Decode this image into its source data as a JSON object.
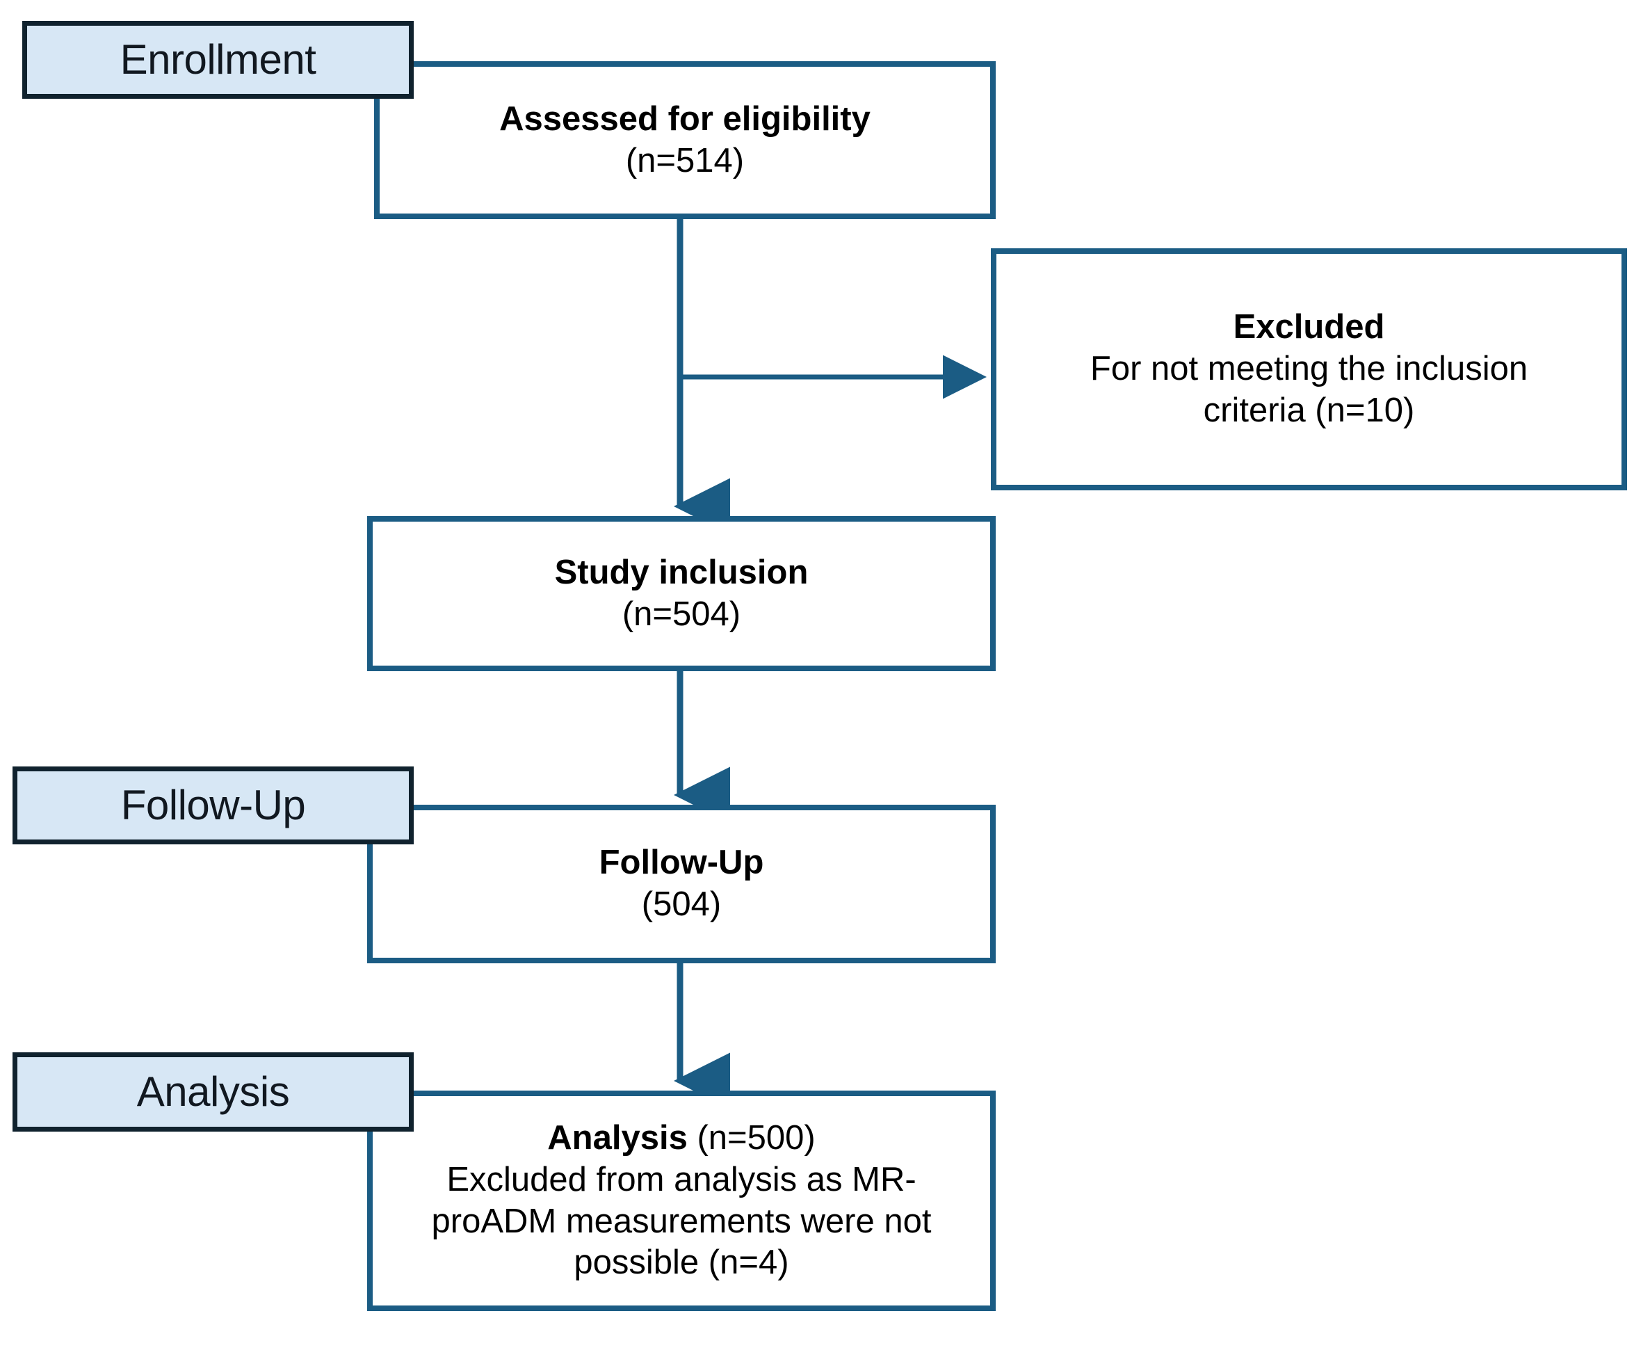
{
  "diagram": {
    "title": "CONSORT-style study flow diagram",
    "colors": {
      "stage_label_fill": "#d7e7f5",
      "stage_label_border": "#10222e",
      "node_border": "#1b5c84",
      "node_fill": "#ffffff",
      "connector": "#1b5c84",
      "text": "#000000"
    }
  },
  "stage_labels": [
    {
      "id": "enrollment",
      "label": "Enrollment"
    },
    {
      "id": "follow-up",
      "label": "Follow-Up"
    },
    {
      "id": "analysis",
      "label": "Analysis"
    }
  ],
  "nodes": {
    "assessed": {
      "title": "Assessed for eligibility",
      "count_line": "(n=514)",
      "n": 514
    },
    "excluded": {
      "title": "Excluded",
      "detail_line_1": "For not meeting the inclusion",
      "detail_line_2": "criteria (n=10)",
      "n": 10
    },
    "study_inclusion": {
      "title": "Study inclusion",
      "count_line": "(n=504)",
      "n": 504
    },
    "follow_up": {
      "title": "Follow-Up",
      "count_line": "(504)",
      "n": 504
    },
    "analysis": {
      "title": "Analysis",
      "title_suffix": " (n=500)",
      "detail_line_1": "Excluded from analysis as MR-",
      "detail_line_2": "proADM measurements were not",
      "detail_line_3": "possible (n=4)",
      "n": 500,
      "excluded_n": 4
    }
  }
}
